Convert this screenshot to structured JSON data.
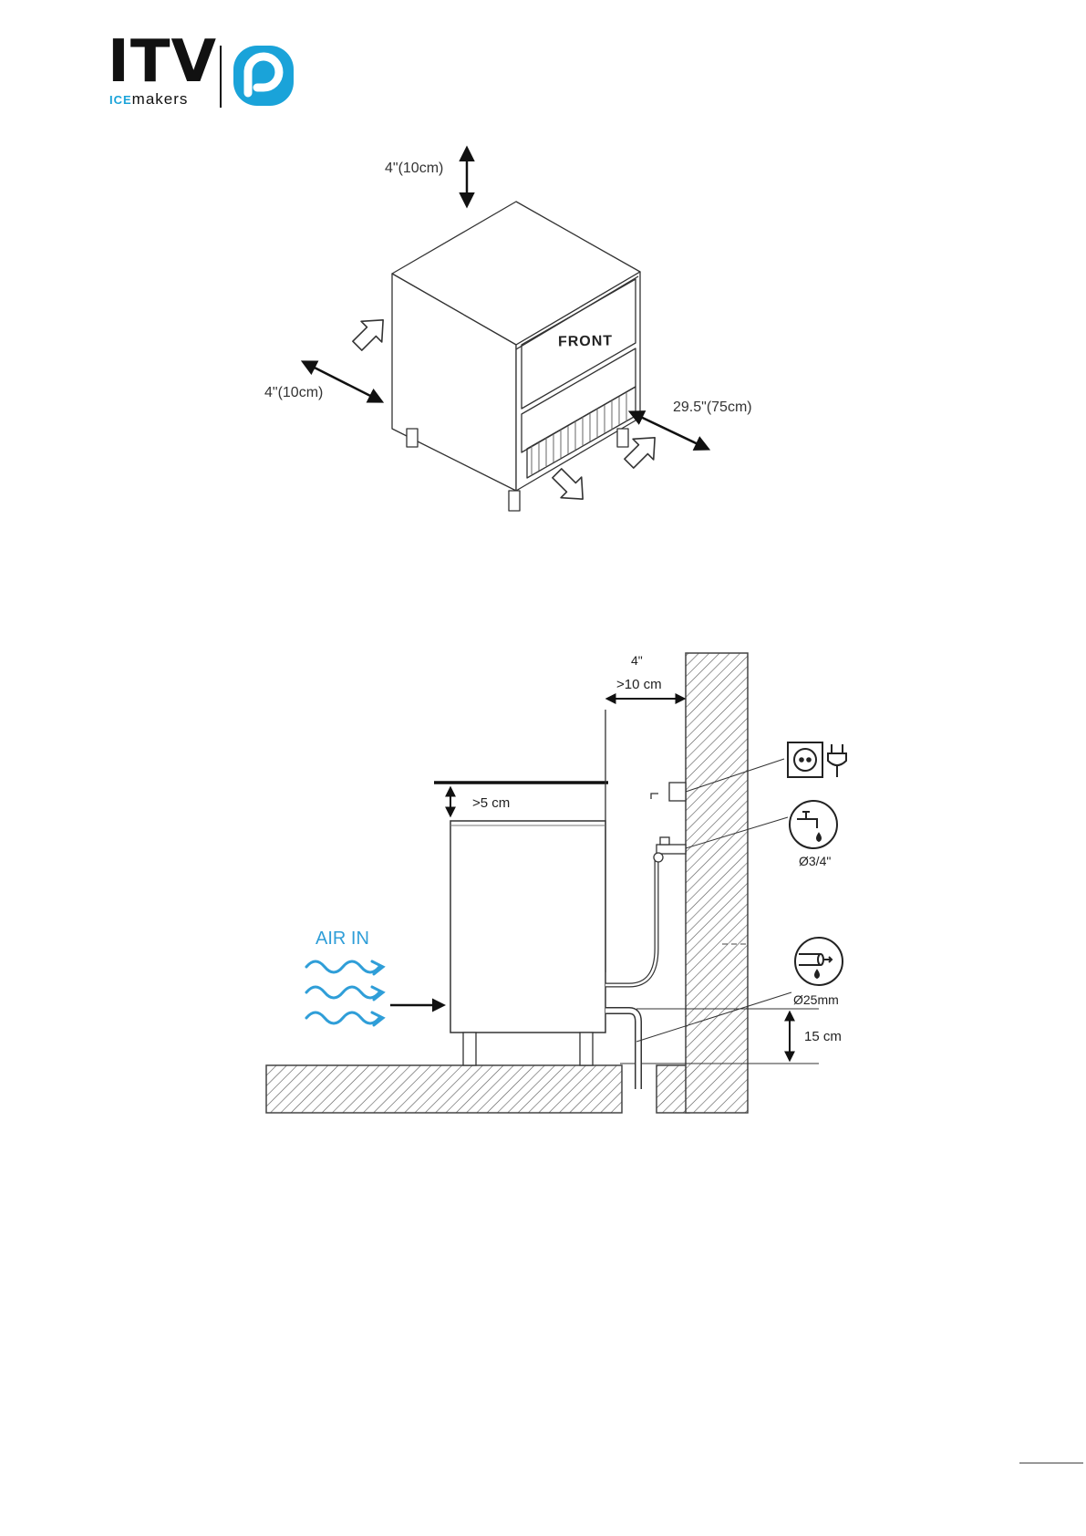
{
  "logo": {
    "brand": "ITV",
    "tag_prefix": "ICE",
    "tag_suffix": "makers",
    "colors": {
      "black": "#111111",
      "accent": "#1aa3d9"
    }
  },
  "diagram1": {
    "top_clearance": "4\"(10cm)",
    "side_clearance": "4\"(10cm)",
    "front_clearance": "29.5\"(75cm)",
    "front_label": "FRONT"
  },
  "diagram2": {
    "wall_gap_in": "4\"",
    "wall_gap_cm": ">10 cm",
    "top_gap": ">5 cm",
    "air_in": "AIR IN",
    "water_size": "Ø3/4\"",
    "drain_size": "Ø25mm",
    "drain_height": "15 cm",
    "icons": [
      "power-outlet-icon",
      "plug-icon",
      "water-tap-icon",
      "drain-pipe-icon"
    ],
    "air_color": "#2f9ed8"
  }
}
